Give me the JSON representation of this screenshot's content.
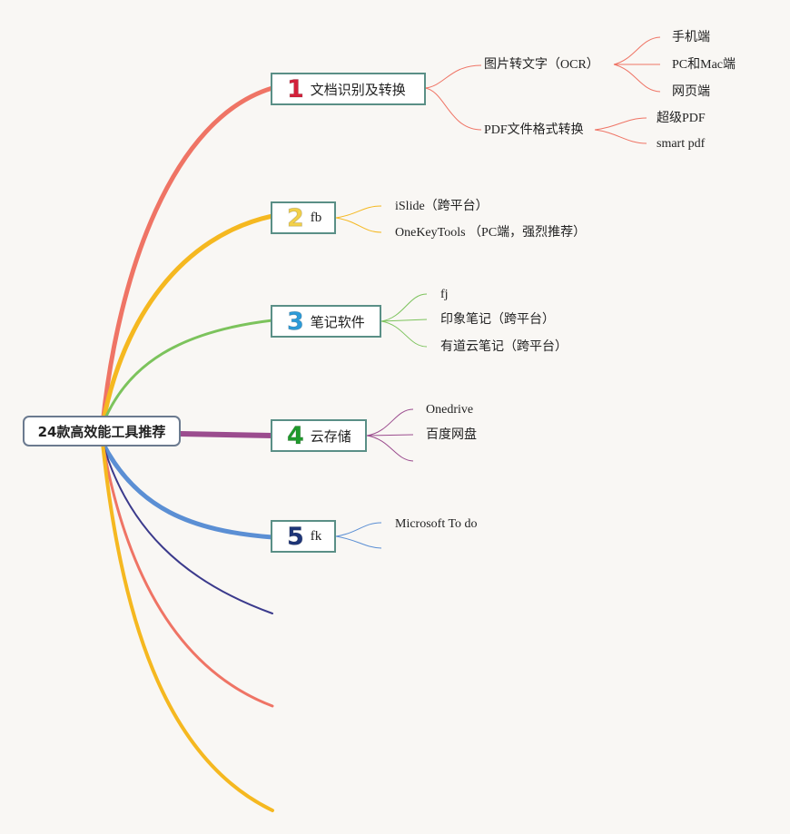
{
  "root": {
    "label": "24款高效能工具推荐"
  },
  "branches": [
    {
      "number": "1",
      "label": "文档识别及转换",
      "color": "#ef7465",
      "num_color": "#d4203a",
      "children": [
        {
          "label": "图片转文字（OCR）",
          "children": [
            "手机端",
            "PC和Mac端",
            "网页端"
          ]
        },
        {
          "label": "PDF文件格式转换",
          "children": [
            "超级PDF",
            "smart pdf"
          ]
        }
      ]
    },
    {
      "number": "2",
      "label": "fb",
      "color": "#f5b820",
      "num_color": "#f2d04a",
      "children": [
        {
          "label": "iSlide（跨平台）"
        },
        {
          "label": "OneKeyTools （PC端，强烈推荐）"
        }
      ]
    },
    {
      "number": "3",
      "label": "笔记软件",
      "color": "#7cc35c",
      "num_color": "#2d9bd8",
      "children": [
        {
          "label": "fj"
        },
        {
          "label": "印象笔记（跨平台）"
        },
        {
          "label": "有道云笔记（跨平台）"
        }
      ]
    },
    {
      "number": "4",
      "label": "云存储",
      "color": "#9b4c8e",
      "num_color": "#1f9a2c",
      "children": [
        {
          "label": "Onedrive"
        },
        {
          "label": "百度网盘"
        }
      ]
    },
    {
      "number": "5",
      "label": "fk",
      "color": "#5b8fd4",
      "num_color": "#1e3578",
      "children": [
        {
          "label": "Microsoft To do"
        }
      ]
    }
  ],
  "empty_branch_colors": [
    "#3b3a8c",
    "#ef7465",
    "#f5b820"
  ],
  "background": "#f9f7f4"
}
